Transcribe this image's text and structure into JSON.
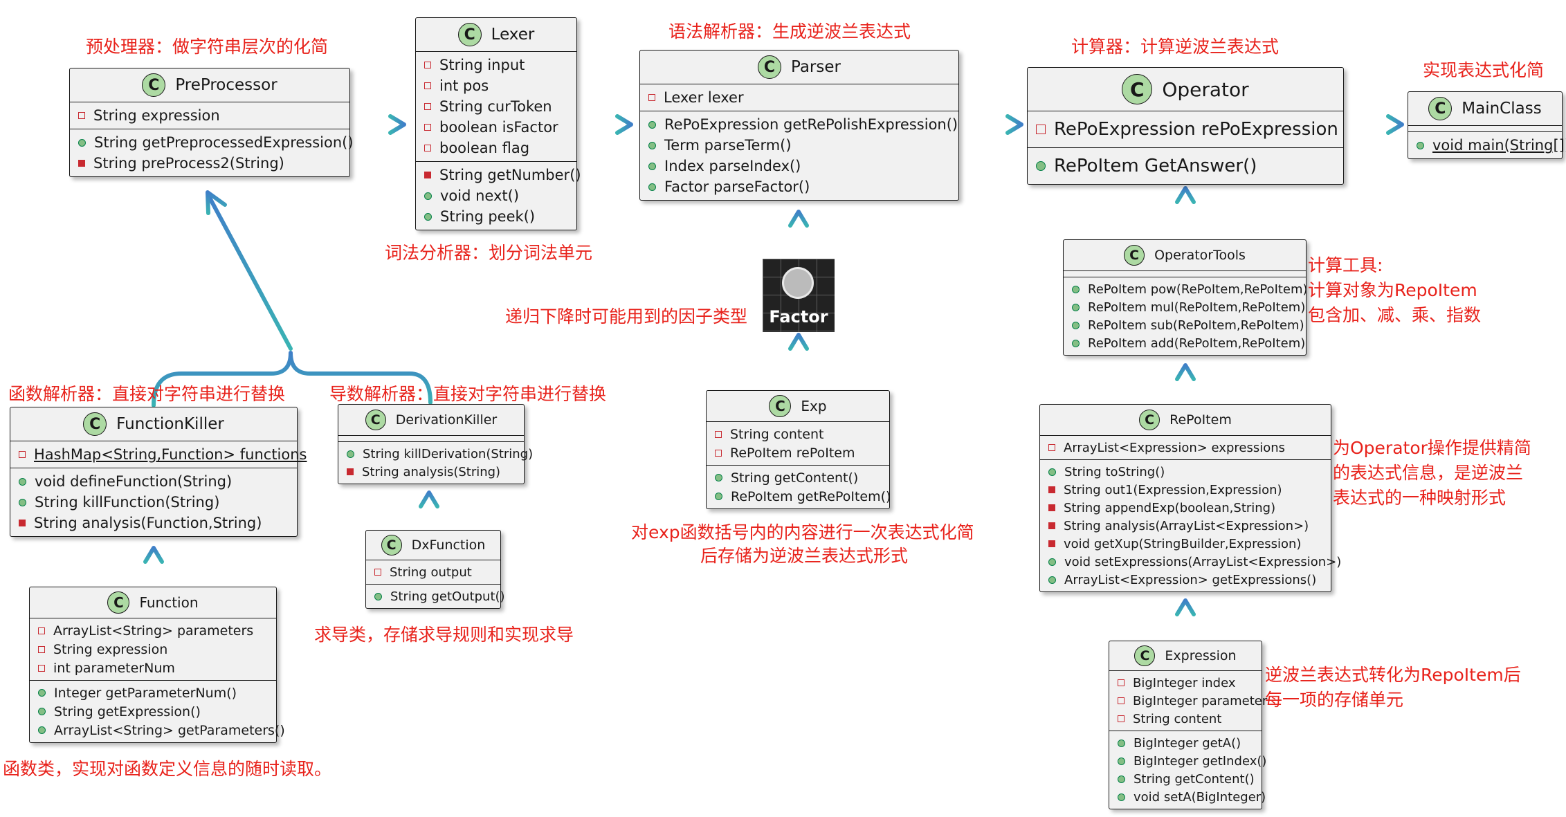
{
  "classes": {
    "preprocessor": {
      "name": "PreProcessor",
      "fields": [
        "String expression"
      ],
      "methods": [
        "String getPreprocessedExpression()",
        "String preProcess2(String)"
      ]
    },
    "lexer": {
      "name": "Lexer",
      "fields": [
        "String input",
        "int pos",
        "String curToken",
        "boolean isFactor",
        "boolean flag"
      ],
      "methods": [
        "String getNumber()",
        "void next()",
        "String peek()"
      ]
    },
    "parser": {
      "name": "Parser",
      "fields": [
        "Lexer lexer"
      ],
      "methods": [
        "RePoExpression getRePolishExpression()",
        "Term parseTerm()",
        "Index parseIndex()",
        "Factor parseFactor()"
      ]
    },
    "operator": {
      "name": "Operator",
      "fields": [
        "RePoExpression rePoExpression"
      ],
      "methods": [
        "RePoItem GetAnswer()"
      ]
    },
    "mainclass": {
      "name": "MainClass",
      "fields": [],
      "methods": [
        "void main(String[])"
      ]
    },
    "operatortools": {
      "name": "OperatorTools",
      "fields": [],
      "methods": [
        "RePoItem pow(RePoItem,RePoItem)",
        "RePoItem mul(RePoItem,RePoItem)",
        "RePoItem sub(RePoItem,RePoItem)",
        "RePoItem add(RePoItem,RePoItem)"
      ]
    },
    "repoitem": {
      "name": "RePoItem",
      "fields": [
        "ArrayList<Expression> expressions"
      ],
      "methods": [
        "String toString()",
        "String out1(Expression,Expression)",
        "String appendExp(boolean,String)",
        "String analysis(ArrayList<Expression>)",
        "void getXup(StringBuilder,Expression)",
        "void setExpressions(ArrayList<Expression>)",
        "ArrayList<Expression> getExpressions()"
      ]
    },
    "expression": {
      "name": "Expression",
      "fields": [
        "BigInteger index",
        "BigInteger parameter",
        "String content"
      ],
      "methods": [
        "BigInteger getA()",
        "BigInteger getIndex()",
        "String getContent()",
        "void setA(BigInteger)"
      ]
    },
    "exp": {
      "name": "Exp",
      "fields": [
        "String content",
        "RePoItem rePoItem"
      ],
      "methods": [
        "String getContent()",
        "RePoItem getRePoItem()"
      ]
    },
    "functionkiller": {
      "name": "FunctionKiller",
      "fields": [
        "HashMap<String,Function> functions"
      ],
      "methods": [
        "void defineFunction(String)",
        "String killFunction(String)",
        "String analysis(Function,String)"
      ]
    },
    "derivationkiller": {
      "name": "DerivationKiller",
      "fields": [],
      "methods": [
        "String killDerivation(String)",
        "String analysis(String)"
      ]
    },
    "dxfunction": {
      "name": "DxFunction",
      "fields": [
        "String output"
      ],
      "methods": [
        "String getOutput()"
      ]
    },
    "function": {
      "name": "Function",
      "fields": [
        "ArrayList<String> parameters",
        "String expression",
        "int parameterNum"
      ],
      "methods": [
        "Integer getParameterNum()",
        "String getExpression()",
        "ArrayList<String> getParameters()"
      ]
    }
  },
  "class_icon_letter": "C",
  "factor_box": {
    "label": "Factor"
  },
  "notes": {
    "preprocessor": "预处理器：做字符串层次的化简",
    "lexer": "词法分析器：划分词法单元",
    "parser": "语法解析器：生成逆波兰表达式",
    "operator": "计算器：计算逆波兰表达式",
    "mainclass": "实现表达式化简",
    "factor": "递归下降时可能用到的因子类型",
    "operatortools": [
      "计算工具:",
      "计算对象为RepoItem",
      "包含加、减、乘、指数"
    ],
    "functionkiller": "函数解析器：直接对字符串进行替换",
    "derivationkiller": "导数解析器：直接对字符串进行替换",
    "dxfunction": "求导类，存储求导规则和实现求导",
    "exp": [
      "对exp函数括号内的内容进行一次表达式化简",
      "后存储为逆波兰表达式形式"
    ],
    "repoitem": [
      "为Operator操作提供精简",
      "的表达式信息，是逆波兰",
      "表达式的一种映射形式"
    ],
    "expression": [
      "逆波兰表达式转化为RepoItem后",
      "每一项的存储单元"
    ],
    "function": "函数类，实现对函数定义信息的随时读取。"
  },
  "colors": {
    "class_bg": "#f1f1f1",
    "class_icon": "#addaa3",
    "note_text": "#e8221b",
    "arrow_teal": "#3ab3b3",
    "arrow_blue": "#3f7fc8",
    "private_field": "#c82930",
    "public_method": "#84be84"
  }
}
